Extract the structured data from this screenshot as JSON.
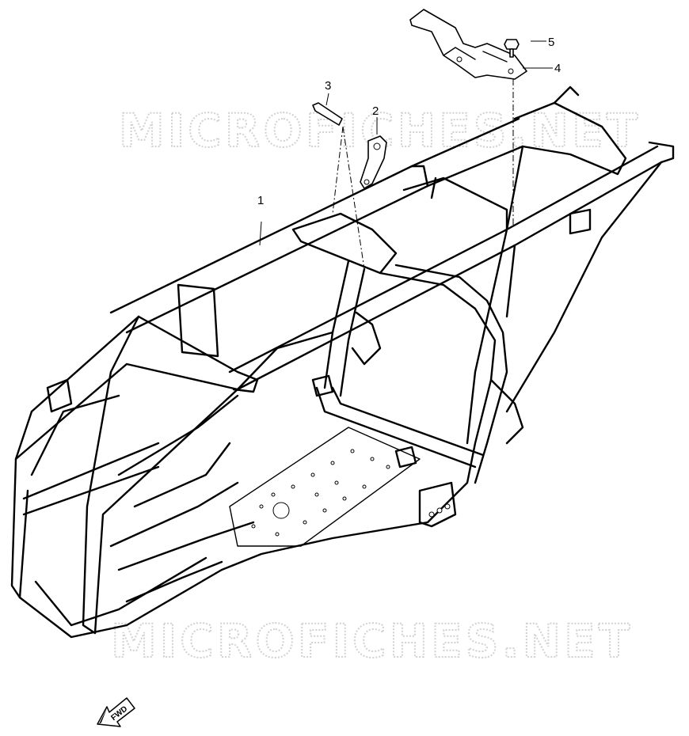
{
  "watermark": {
    "top": "MICROFICHES.NET",
    "bottom": "MICROFICHES.NET"
  },
  "callouts": [
    {
      "id": "1",
      "label": "1"
    },
    {
      "id": "2",
      "label": "2"
    },
    {
      "id": "3",
      "label": "3"
    },
    {
      "id": "4",
      "label": "4"
    },
    {
      "id": "5",
      "label": "5"
    }
  ],
  "direction_arrow": {
    "label": "FWD"
  },
  "colors": {
    "line": "#000000",
    "watermark": "#d2d2d2",
    "background": "#ffffff"
  }
}
